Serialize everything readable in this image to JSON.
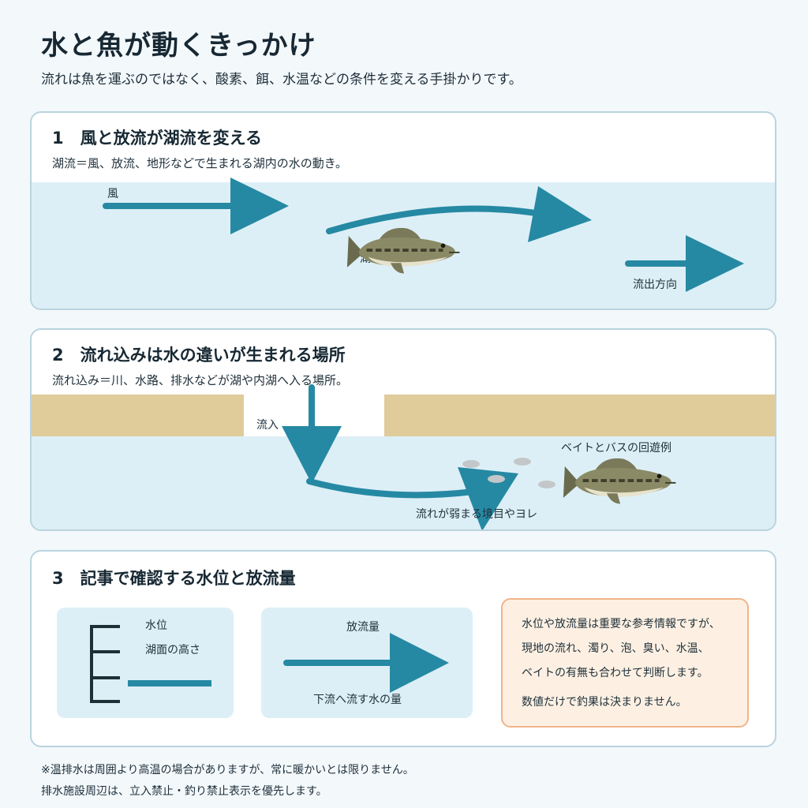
{
  "header": {
    "title": "水と魚が動くきっかけ",
    "subtitle": "流れは魚を運ぶのではなく、酸素、餌、水温などの条件を変える手掛かりです。"
  },
  "section1": {
    "heading": "1　風と放流が湖流を変える",
    "definition": "湖流＝風、放流、地形などで生まれる湖内の水の動き。",
    "labels": {
      "wind": "風",
      "current": "湖流",
      "outflow_direction": "流出方向"
    }
  },
  "section2": {
    "heading": "2　流れ込みは水の違いが生まれる場所",
    "definition": "流れ込み＝川、水路、排水などが湖や内湖へ入る場所。",
    "labels": {
      "inflow": "流入",
      "bait_bass_example": "ベイトとバスの回遊例",
      "boundary": "流れが弱まる境目やヨレ"
    }
  },
  "section3": {
    "heading": "3　記事で確認する水位と放流量",
    "water_level": {
      "label": "水位",
      "description": "湖面の高さ"
    },
    "discharge": {
      "label": "放流量",
      "description": "下流へ流す水の量"
    },
    "note": {
      "line1": "水位や放流量は重要な参考情報ですが、",
      "line2": "現地の流れ、濁り、泡、臭い、水温、",
      "line3": "ベイトの有無も合わせて判断します。",
      "line4": "数値だけで釣果は決まりません。"
    }
  },
  "footnotes": {
    "line1": "※温排水は周囲より高温の場合がありますが、常に暖かいとは限りません。",
    "line2": "排水施設周辺は、立入禁止・釣り禁止表示を優先します。"
  },
  "colors": {
    "arrow": "#2689a3",
    "water": "#ddeff6",
    "land": "#e0cb9b",
    "card_border": "#b9d4de",
    "note_border": "#efb48a",
    "note_bg": "#fdf0e2",
    "bait_fish": "#c3c7c9",
    "scale_dark": "#1f2f36"
  }
}
